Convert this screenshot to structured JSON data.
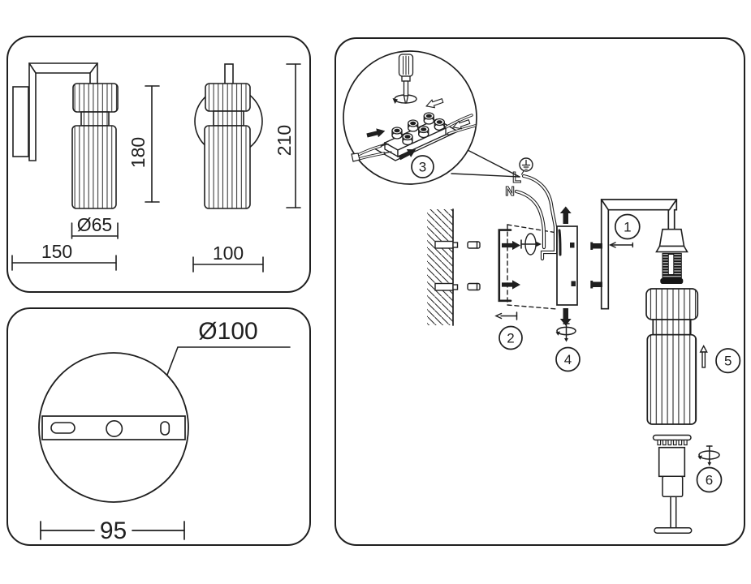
{
  "panel_side": {
    "height_left": "180",
    "height_right": "210",
    "shade_diameter": "Ø65",
    "depth": "150",
    "width": "100"
  },
  "panel_back": {
    "diameter": "Ø100",
    "hole_spacing": "95"
  },
  "install": {
    "wire_live": "L",
    "wire_neutral": "N",
    "steps": {
      "s1": "1",
      "s2": "2",
      "s3": "3",
      "s4": "4",
      "s5": "5",
      "s6": "6"
    }
  }
}
